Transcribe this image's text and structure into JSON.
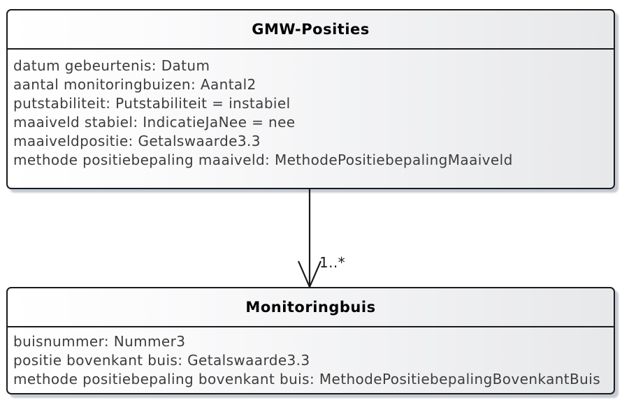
{
  "classes": [
    {
      "name": "GMW-Posities",
      "attributes": [
        "datum gebeurtenis: Datum",
        "aantal monitoringbuizen: Aantal2",
        "putstabiliteit: Putstabiliteit = instabiel",
        "maaiveld stabiel: IndicatieJaNee = nee",
        "maaiveldpositie: Getalswaarde3.3",
        "methode positiebepaling maaiveld: MethodePositiebepalingMaaiveld"
      ]
    },
    {
      "name": "Monitoringbuis",
      "attributes": [
        "buisnummer: Nummer3",
        "positie bovenkant buis: Getalswaarde3.3",
        "methode positiebepaling bovenkant buis: MethodePositiebepalingBovenkantBuis"
      ]
    }
  ],
  "association": {
    "source": "GMW-Posities",
    "target": "Monitoringbuis",
    "target_multiplicity": "1..*"
  },
  "colors": {
    "class_fill_left": "#ffffff",
    "class_fill_right": "#e7e8ea",
    "border": "#1b1b1b",
    "shadow": "#c5cad4",
    "title_text": "#000000",
    "attribute_text": "#3d3d3d"
  }
}
